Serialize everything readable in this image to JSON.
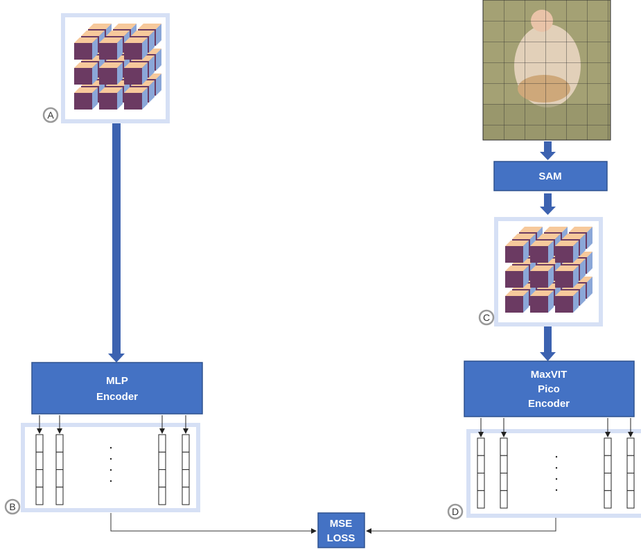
{
  "markers": {
    "a": "A",
    "b": "B",
    "c": "C",
    "d": "D"
  },
  "boxes": {
    "sam": "SAM",
    "mlp_line1": "MLP",
    "mlp_line2": "Encoder",
    "maxvit_line1": "MaxVIT",
    "maxvit_line2": "Pico",
    "maxvit_line3": "Encoder",
    "mse_line1": "MSE",
    "mse_line2": "LOSS"
  },
  "colors": {
    "box_fill": "#4472c4",
    "box_stroke": "#2f528f",
    "frame": "#d6e0f5",
    "cube_top": "#f7c99b",
    "cube_side": "#8ba7d8",
    "cube_front": "#6b3a62",
    "arrow": "#3c62b0"
  },
  "icons": [
    "cube-icon",
    "photo-icon",
    "vector-column-icon",
    "ellipsis-icon"
  ]
}
